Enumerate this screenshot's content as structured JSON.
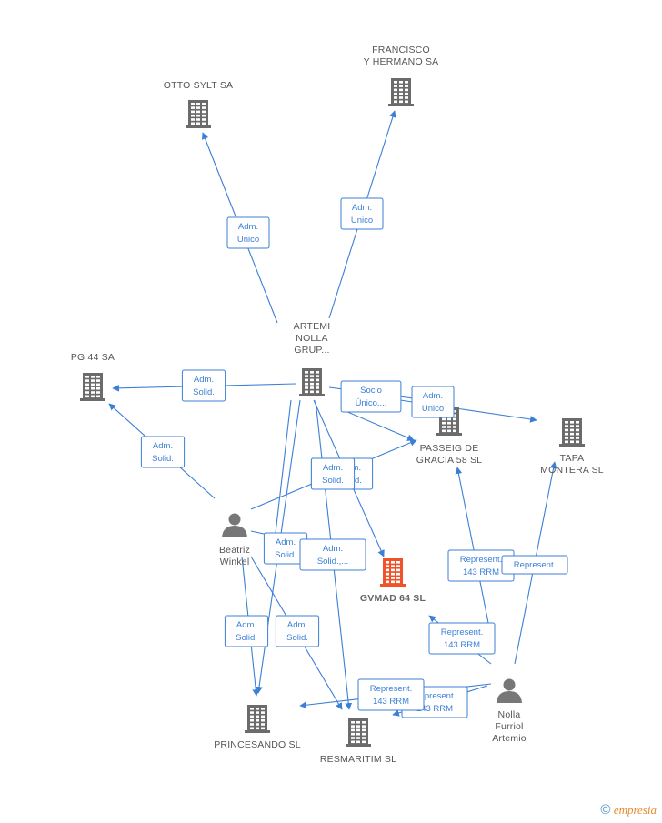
{
  "colors": {
    "edge": "#3b7fd6",
    "company": "#6b6b6b",
    "focus_company": "#f0522a",
    "person": "#777777"
  },
  "nodes": [
    {
      "id": "francisco",
      "type": "company",
      "label": [
        "FRANCISCO",
        "Y HERMANO SA"
      ]
    },
    {
      "id": "otto",
      "type": "company",
      "label": [
        "OTTO SYLT SA"
      ]
    },
    {
      "id": "artemi_grup",
      "type": "company",
      "label": [
        "ARTEMI",
        "NOLLA",
        "GRUP..."
      ]
    },
    {
      "id": "pg44",
      "type": "company",
      "label": [
        "PG 44 SA"
      ]
    },
    {
      "id": "passeig",
      "type": "company",
      "label": [
        "PASSEIG DE",
        "GRACIA 58 SL"
      ]
    },
    {
      "id": "tapa",
      "type": "company",
      "label": [
        "TAPA",
        "MONTERA  SL"
      ]
    },
    {
      "id": "gvmad",
      "type": "company",
      "focus": true,
      "label": [
        "GVMAD 64  SL"
      ]
    },
    {
      "id": "beatriz",
      "type": "person",
      "label": [
        "Beatriz",
        "Winkel"
      ]
    },
    {
      "id": "princesando",
      "type": "company",
      "label": [
        "PRINCESANDO SL"
      ]
    },
    {
      "id": "resmaritim",
      "type": "company",
      "label": [
        "RESMARITIM SL"
      ]
    },
    {
      "id": "nolla",
      "type": "person",
      "label": [
        "Nolla",
        "Furriol",
        "Artemio"
      ]
    }
  ],
  "edges": [
    {
      "label": [
        "Adm.",
        "Unico"
      ]
    },
    {
      "label": [
        "Adm.",
        "Unico"
      ]
    },
    {
      "label": [
        "Adm.",
        "Solid."
      ]
    },
    {
      "label": [
        "Socio",
        "Único,..."
      ]
    },
    {
      "label": [
        "Adm.",
        "Unico"
      ]
    },
    {
      "label": [
        "Adm.",
        "Solid."
      ]
    },
    {
      "label": [
        "Adm.",
        "Solid."
      ]
    },
    {
      "label": [
        "Adm.",
        "Solid."
      ]
    },
    {
      "label": [
        "Adm.",
        "Solid."
      ]
    },
    {
      "label": [
        "Adm.",
        "Solid."
      ]
    },
    {
      "label": [
        "Adm.",
        "Solid.,..."
      ]
    },
    {
      "label": [
        "Adm.",
        "Solid."
      ]
    },
    {
      "label": [
        "Adm.",
        "Solid."
      ]
    },
    {
      "label": [
        "Represent.",
        "143 RRM"
      ]
    },
    {
      "label": [
        "Represent."
      ]
    },
    {
      "label": [
        "Represent.",
        "143 RRM"
      ]
    },
    {
      "label": [
        "Represent.",
        "143 RRM"
      ]
    },
    {
      "label": [
        "Represent.",
        "143 RRM"
      ]
    }
  ],
  "watermark": {
    "copyright": "©",
    "brand": "mpresia",
    "brand_initial": "e"
  }
}
